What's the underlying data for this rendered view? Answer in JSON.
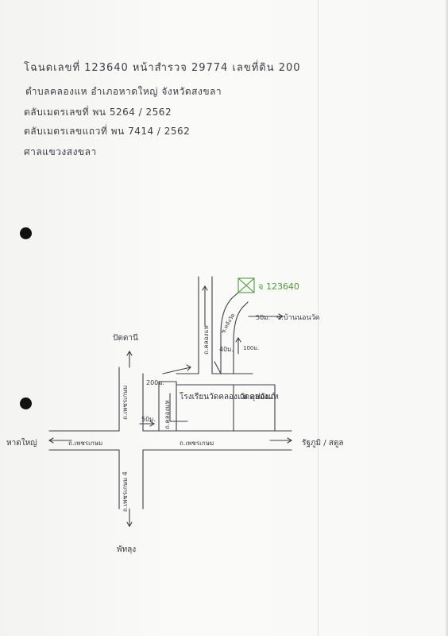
{
  "document": {
    "header_lines": [
      "โฉนดเลขที่ 123640 หน้าสำรวจ 29774 เลขที่ดิน 200",
      "ตำบลคลองแห อำเภอหาดใหญ่ จังหวัดสงขลา",
      "ตลับเมตรเลขที่ พน 5264 / 2562",
      "ตลับเมตรเลขแถวที่ พน 7414 / 2562",
      "ศาลแขวงสงขลา"
    ]
  },
  "map": {
    "parcel_label": "จ 123640",
    "labels": {
      "north_dir": "ปัตตานี",
      "south_dir": "พัทลุง",
      "west_dir": "หาดใหญ่",
      "east_dir": "รัฐภูมิ / สตูล",
      "road_main_left": "ถ.เพชรเกษม",
      "road_main_right": "ถ.เพชรเกษม",
      "road_north": "ถ.เพชรเกษม",
      "road_south": "ถ.เพชรเกษม 4",
      "soi_left": "ถ.คลองแห",
      "soi_right": "ถ.คลองแห",
      "soi_curve": "ซ.หลังวัด",
      "side_soi": "ซ.บ้านนอนวัด",
      "school": "โรงเรียนวัดคลองแห อุปถัมภ์",
      "temple": "วัดคลองแห",
      "dist_50": "50ม.",
      "dist_40": "40ม.",
      "dist_200": "200ม.",
      "dist_50b": "50ม.",
      "dist_100": "100ม."
    }
  }
}
